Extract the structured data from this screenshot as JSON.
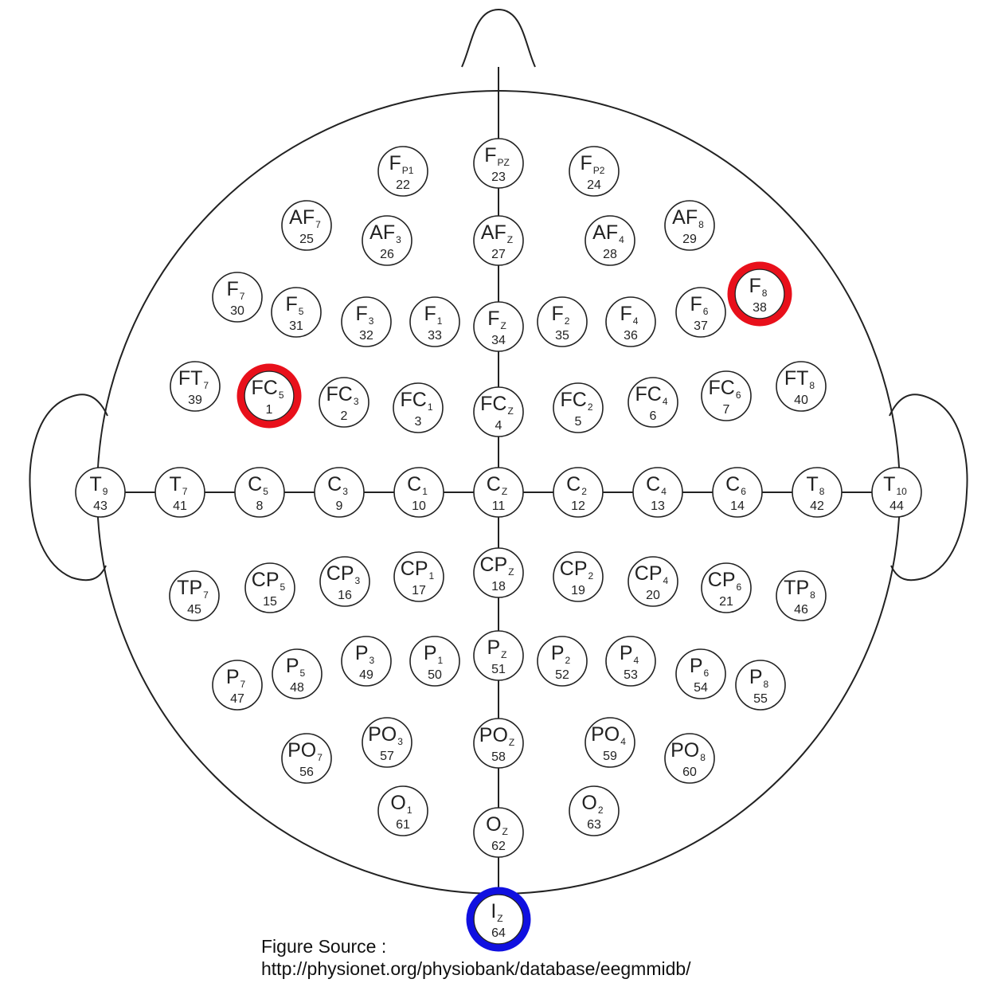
{
  "source": {
    "label": "Figure Source :",
    "url": "http://physionet.org/physiobank/database/eegmmidb/"
  },
  "colors": {
    "line": "#222222",
    "highlight_red": "#e8101b",
    "highlight_blue": "#1010e0"
  },
  "electrodes": [
    {
      "id": "FP1",
      "main": "F",
      "sub": "P1",
      "num": "22"
    },
    {
      "id": "FPZ",
      "main": "F",
      "sub": "PZ",
      "num": "23"
    },
    {
      "id": "FP2",
      "main": "F",
      "sub": "P2",
      "num": "24"
    },
    {
      "id": "AF7",
      "main": "AF",
      "sub": "7",
      "num": "25"
    },
    {
      "id": "AF3",
      "main": "AF",
      "sub": "3",
      "num": "26"
    },
    {
      "id": "AFZ",
      "main": "AF",
      "sub": "Z",
      "num": "27"
    },
    {
      "id": "AF4",
      "main": "AF",
      "sub": "4",
      "num": "28"
    },
    {
      "id": "AF8",
      "main": "AF",
      "sub": "8",
      "num": "29"
    },
    {
      "id": "F7",
      "main": "F",
      "sub": "7",
      "num": "30"
    },
    {
      "id": "F5",
      "main": "F",
      "sub": "5",
      "num": "31"
    },
    {
      "id": "F3",
      "main": "F",
      "sub": "3",
      "num": "32"
    },
    {
      "id": "F1",
      "main": "F",
      "sub": "1",
      "num": "33"
    },
    {
      "id": "FZ",
      "main": "F",
      "sub": "Z",
      "num": "34"
    },
    {
      "id": "F2",
      "main": "F",
      "sub": "2",
      "num": "35"
    },
    {
      "id": "F4",
      "main": "F",
      "sub": "4",
      "num": "36"
    },
    {
      "id": "F6",
      "main": "F",
      "sub": "6",
      "num": "37"
    },
    {
      "id": "F8",
      "main": "F",
      "sub": "8",
      "num": "38",
      "highlight": "red"
    },
    {
      "id": "FT7",
      "main": "FT",
      "sub": "7",
      "num": "39"
    },
    {
      "id": "FC5",
      "main": "FC",
      "sub": "5",
      "num": "1",
      "highlight": "red"
    },
    {
      "id": "FC3",
      "main": "FC",
      "sub": "3",
      "num": "2"
    },
    {
      "id": "FC1",
      "main": "FC",
      "sub": "1",
      "num": "3"
    },
    {
      "id": "FCZ",
      "main": "FC",
      "sub": "Z",
      "num": "4"
    },
    {
      "id": "FC2",
      "main": "FC",
      "sub": "2",
      "num": "5"
    },
    {
      "id": "FC4",
      "main": "FC",
      "sub": "4",
      "num": "6"
    },
    {
      "id": "FC6",
      "main": "FC",
      "sub": "6",
      "num": "7"
    },
    {
      "id": "FT8",
      "main": "FT",
      "sub": "8",
      "num": "40"
    },
    {
      "id": "T9",
      "main": "T",
      "sub": "9",
      "num": "43"
    },
    {
      "id": "T7",
      "main": "T",
      "sub": "7",
      "num": "41"
    },
    {
      "id": "C5",
      "main": "C",
      "sub": "5",
      "num": "8"
    },
    {
      "id": "C3",
      "main": "C",
      "sub": "3",
      "num": "9"
    },
    {
      "id": "C1",
      "main": "C",
      "sub": "1",
      "num": "10"
    },
    {
      "id": "CZ",
      "main": "C",
      "sub": "Z",
      "num": "11"
    },
    {
      "id": "C2",
      "main": "C",
      "sub": "2",
      "num": "12"
    },
    {
      "id": "C4",
      "main": "C",
      "sub": "4",
      "num": "13"
    },
    {
      "id": "C6",
      "main": "C",
      "sub": "6",
      "num": "14"
    },
    {
      "id": "T8",
      "main": "T",
      "sub": "8",
      "num": "42"
    },
    {
      "id": "T10",
      "main": "T",
      "sub": "10",
      "num": "44"
    },
    {
      "id": "TP7",
      "main": "TP",
      "sub": "7",
      "num": "45"
    },
    {
      "id": "CP5",
      "main": "CP",
      "sub": "5",
      "num": "15"
    },
    {
      "id": "CP3",
      "main": "CP",
      "sub": "3",
      "num": "16"
    },
    {
      "id": "CP1",
      "main": "CP",
      "sub": "1",
      "num": "17"
    },
    {
      "id": "CPZ",
      "main": "CP",
      "sub": "Z",
      "num": "18"
    },
    {
      "id": "CP2",
      "main": "CP",
      "sub": "2",
      "num": "19"
    },
    {
      "id": "CP4",
      "main": "CP",
      "sub": "4",
      "num": "20"
    },
    {
      "id": "CP6",
      "main": "CP",
      "sub": "6",
      "num": "21"
    },
    {
      "id": "TP8",
      "main": "TP",
      "sub": "8",
      "num": "46"
    },
    {
      "id": "P7",
      "main": "P",
      "sub": "7",
      "num": "47"
    },
    {
      "id": "P5",
      "main": "P",
      "sub": "5",
      "num": "48"
    },
    {
      "id": "P3",
      "main": "P",
      "sub": "3",
      "num": "49"
    },
    {
      "id": "P1",
      "main": "P",
      "sub": "1",
      "num": "50"
    },
    {
      "id": "PZ",
      "main": "P",
      "sub": "Z",
      "num": "51"
    },
    {
      "id": "P2",
      "main": "P",
      "sub": "2",
      "num": "52"
    },
    {
      "id": "P4",
      "main": "P",
      "sub": "4",
      "num": "53"
    },
    {
      "id": "P6",
      "main": "P",
      "sub": "6",
      "num": "54"
    },
    {
      "id": "P8",
      "main": "P",
      "sub": "8",
      "num": "55"
    },
    {
      "id": "PO7",
      "main": "PO",
      "sub": "7",
      "num": "56"
    },
    {
      "id": "PO3",
      "main": "PO",
      "sub": "3",
      "num": "57"
    },
    {
      "id": "POZ",
      "main": "PO",
      "sub": "Z",
      "num": "58"
    },
    {
      "id": "PO4",
      "main": "PO",
      "sub": "4",
      "num": "59"
    },
    {
      "id": "PO8",
      "main": "PO",
      "sub": "8",
      "num": "60"
    },
    {
      "id": "O1",
      "main": "O",
      "sub": "1",
      "num": "61"
    },
    {
      "id": "OZ",
      "main": "O",
      "sub": "Z",
      "num": "62"
    },
    {
      "id": "O2",
      "main": "O",
      "sub": "2",
      "num": "63"
    },
    {
      "id": "IZ",
      "main": "I",
      "sub": "Z",
      "num": "64",
      "highlight": "blue"
    }
  ]
}
